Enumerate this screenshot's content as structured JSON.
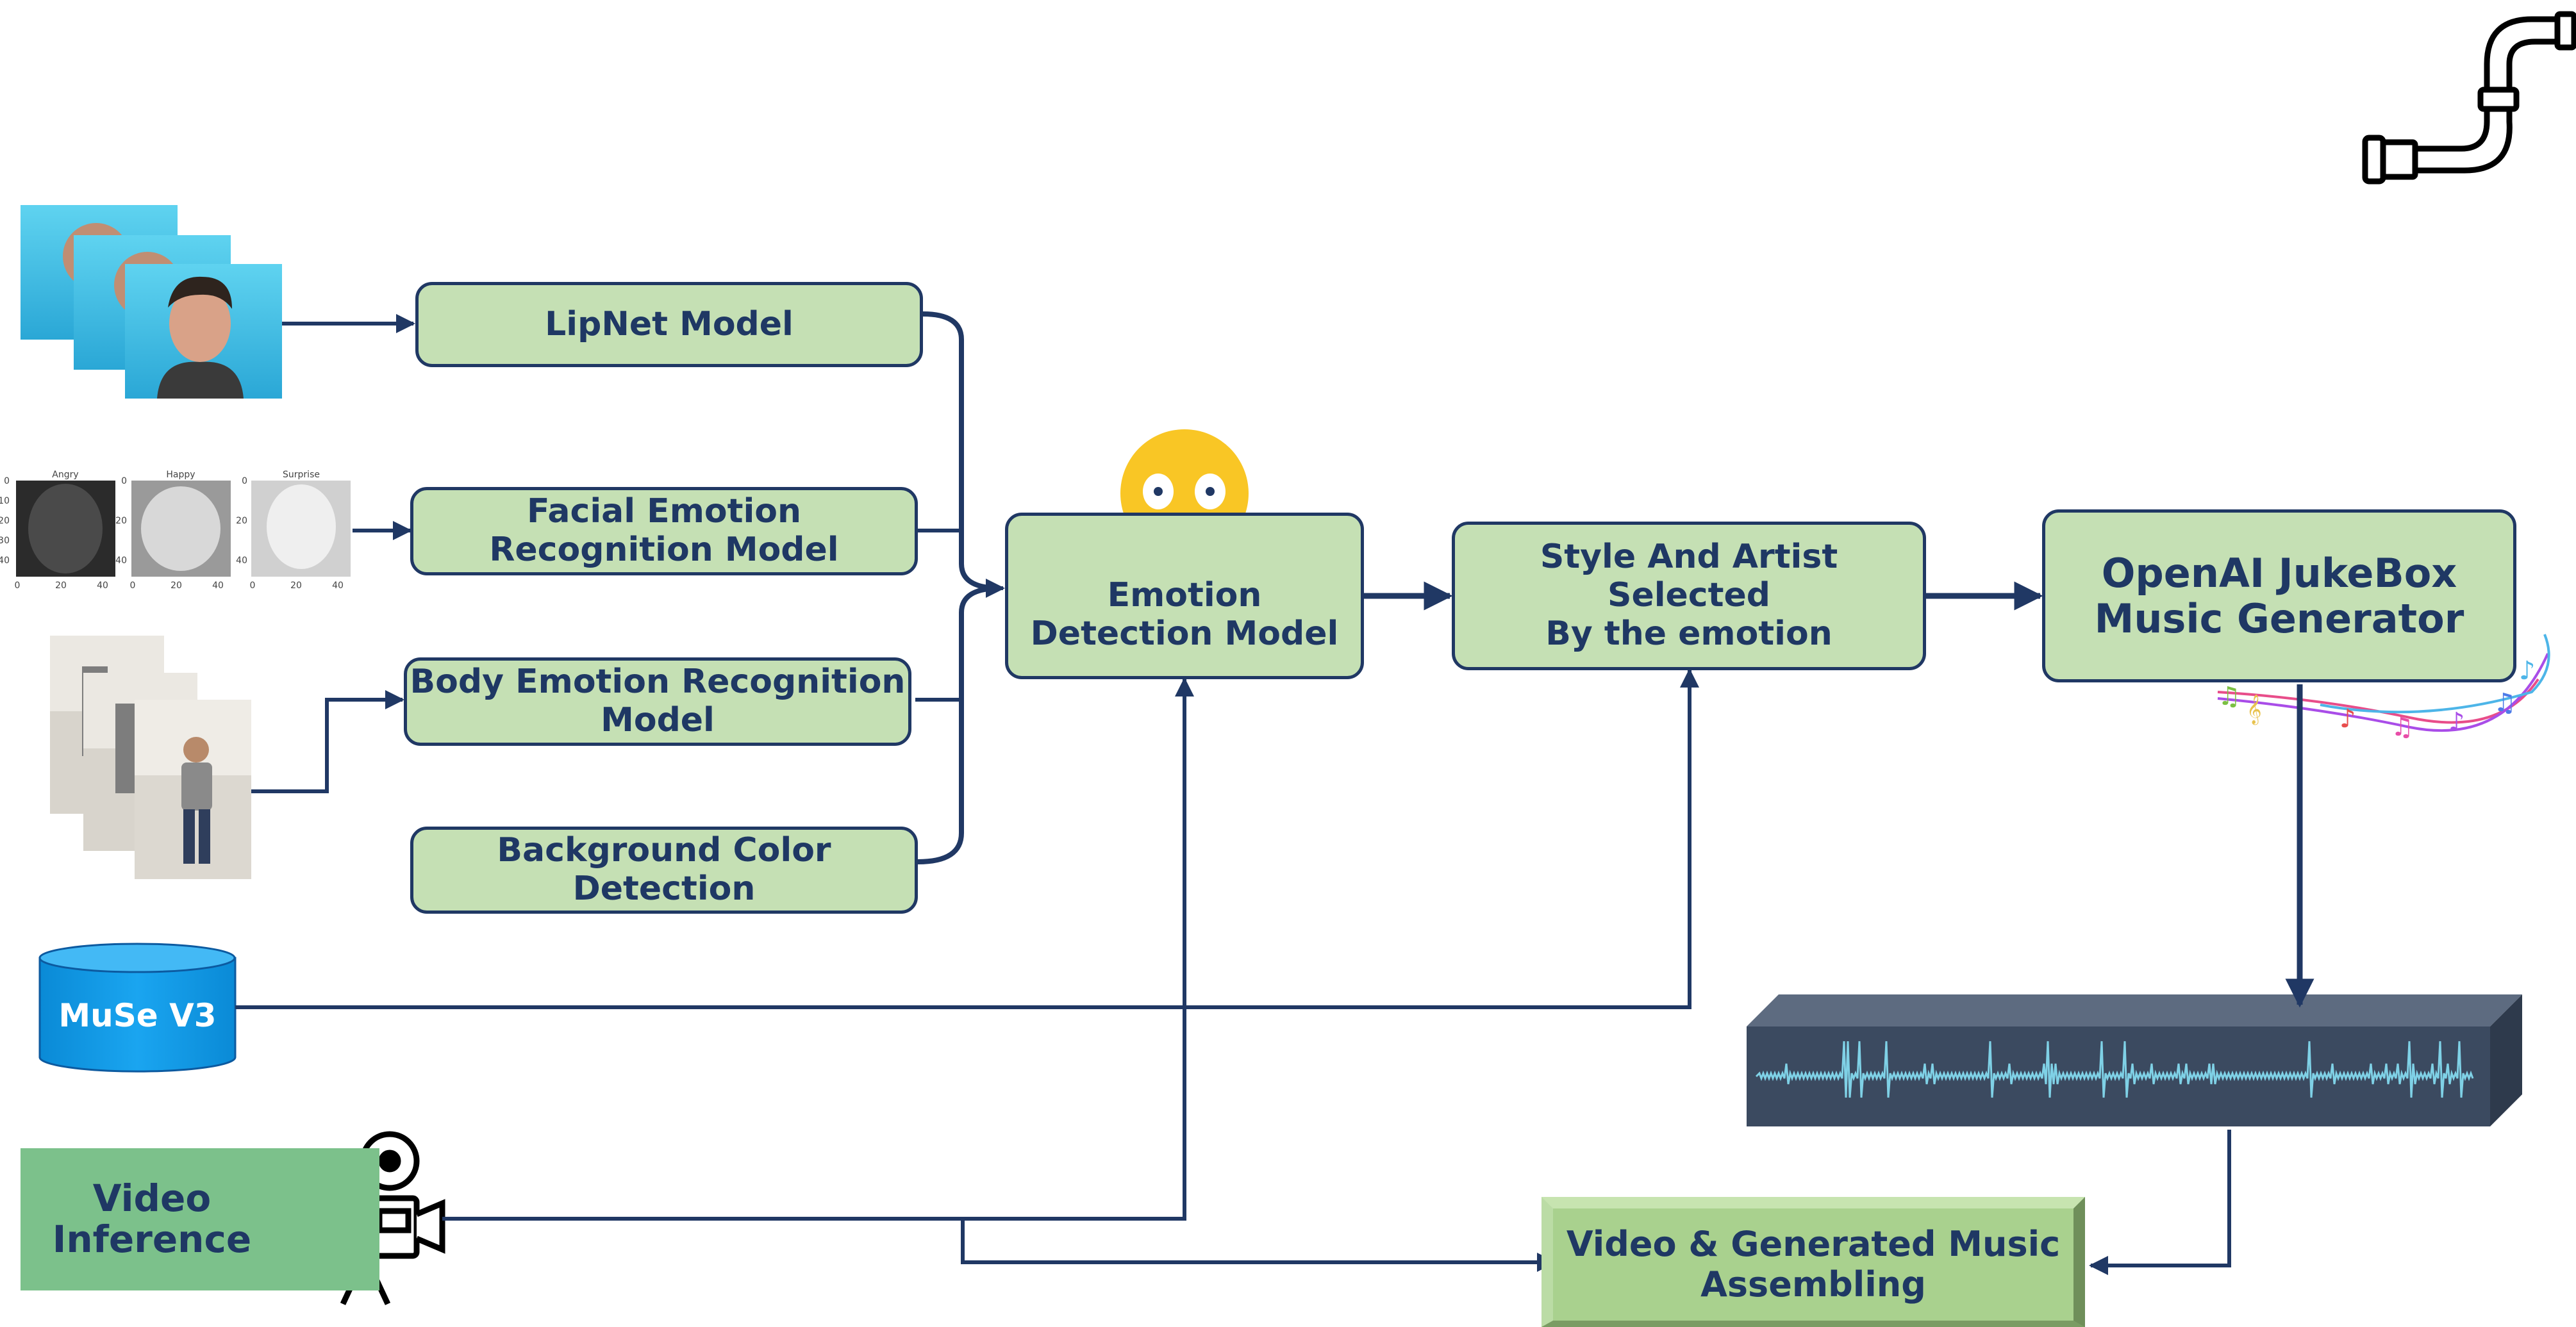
{
  "colors": {
    "box_fill": "#c5e0b4",
    "box_border": "#203864",
    "arrow": "#203864",
    "text": "#1f3864",
    "database": "#0096e6",
    "video_fill": "#7cc18b",
    "emoji": "#f9c625",
    "waveform_bg": "#44546a"
  },
  "boxes": {
    "lipnet": [
      "LipNet Model"
    ],
    "facial": [
      "Facial Emotion",
      "Recognition Model"
    ],
    "body": [
      "Body Emotion Recognition",
      "Model"
    ],
    "background": [
      "Background Color",
      "Detection"
    ],
    "emotion": [
      "Emotion",
      "Detection Model"
    ],
    "style": [
      "Style And Artist Selected",
      "By the emotion"
    ],
    "jukebox": [
      "OpenAI JukeBox",
      "Music Generator"
    ],
    "assemble": [
      "Video & Generated Music",
      "Assembling"
    ]
  },
  "database": {
    "label": "MuSe V3"
  },
  "video_inference": [
    "Video",
    "Inference"
  ],
  "facial_images": {
    "titles": [
      "Angry",
      "Happy",
      "Surprise"
    ],
    "ticks_x": [
      "0",
      "20",
      "40"
    ],
    "ticks_y": [
      "0",
      "10",
      "20",
      "30",
      "40"
    ]
  },
  "icons": [
    "pipeline-icon",
    "emoji-face-icon",
    "video-camera-icon",
    "music-notes-icon",
    "audio-waveform-icon",
    "database-icon"
  ]
}
